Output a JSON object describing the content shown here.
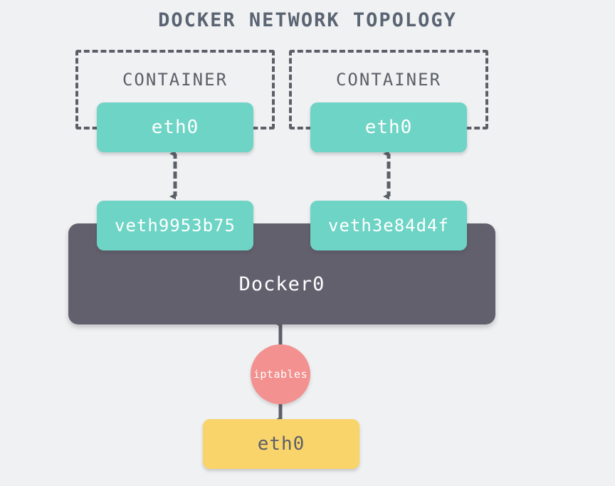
{
  "page": {
    "title": "DOCKER NETWORK TOPOLOGY",
    "background_color": "#f0f1f2"
  },
  "colors": {
    "title_text": "#5a6472",
    "interface_teal": "#6ed4c5",
    "bridge_gray": "#63606e",
    "host_interface_yellow": "#f9d46a",
    "iptables_salmon": "#f2918f",
    "dashed_border": "#5b5f68",
    "arrow": "#5b5f68"
  },
  "containers": [
    {
      "frame_label": "CONTAINER",
      "interface_label": "eth0",
      "veth_label": "veth9953b75"
    },
    {
      "frame_label": "CONTAINER",
      "interface_label": "eth0",
      "veth_label": "veth3e84d4f"
    }
  ],
  "bridge": {
    "label": "Docker0"
  },
  "firewall": {
    "label": "iptables"
  },
  "host": {
    "interface_label": "eth0"
  },
  "connections": [
    {
      "from": "container-1-eth0",
      "to": "veth9953b75",
      "style": "dashed",
      "arrows": "both"
    },
    {
      "from": "container-2-eth0",
      "to": "veth3e84d4f",
      "style": "dashed",
      "arrows": "both"
    },
    {
      "from": "iptables",
      "to": "docker0",
      "style": "solid",
      "arrows": "up"
    },
    {
      "from": "iptables",
      "to": "host-eth0",
      "style": "solid",
      "arrows": "down"
    }
  ]
}
